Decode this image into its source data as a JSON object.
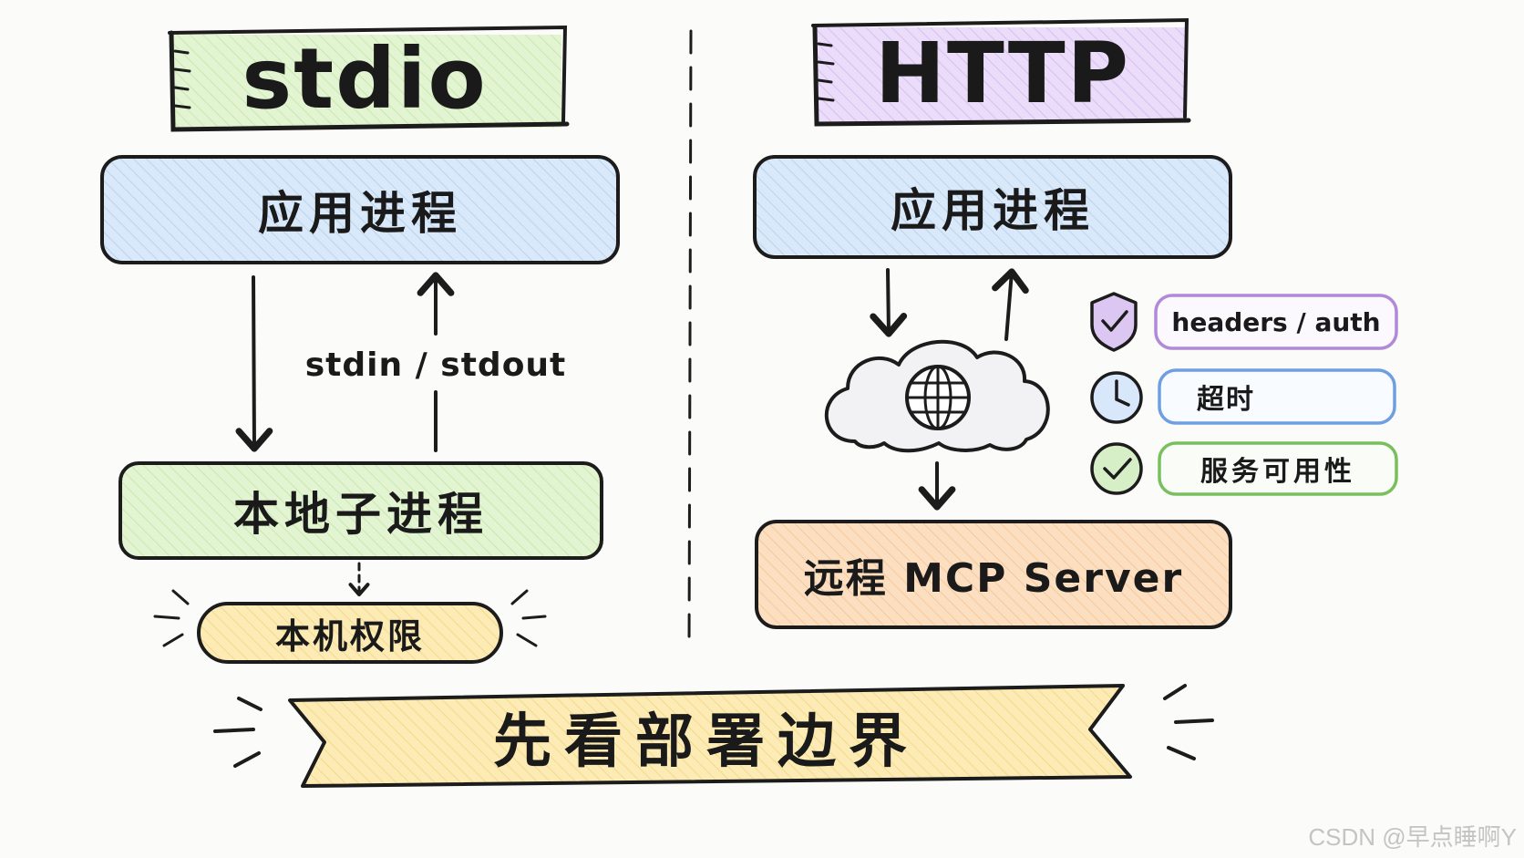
{
  "left": {
    "title": "stdio",
    "app_process": "应用进程",
    "channel_label": "stdin / stdout",
    "local_subprocess": "本地子进程",
    "local_permission": "本机权限"
  },
  "right": {
    "title": "HTTP",
    "app_process": "应用进程",
    "remote_server": "远程 MCP Server",
    "side_items": [
      {
        "label": "headers / auth",
        "icon": "shield-check-icon"
      },
      {
        "label": "超时",
        "icon": "clock-icon"
      },
      {
        "label": "服务可用性",
        "icon": "check-circle-icon"
      }
    ],
    "network_icon": "globe-cloud-icon"
  },
  "banner": "先看部署边界",
  "watermark": "CSDN @早点睡啊Y",
  "colors": {
    "stdio_title": "#e6f5d3",
    "http_title": "#e7d8f7",
    "app_process": "#d6e8f8",
    "local_subprocess": "#dff2cd",
    "local_permission": "#fbe6a8",
    "remote_server": "#fbdcbb",
    "banner": "#fbe9b0",
    "headers_auth_border": "#b08ad8",
    "timeout_border": "#6f9fe0",
    "availability_border": "#79bf5e"
  }
}
